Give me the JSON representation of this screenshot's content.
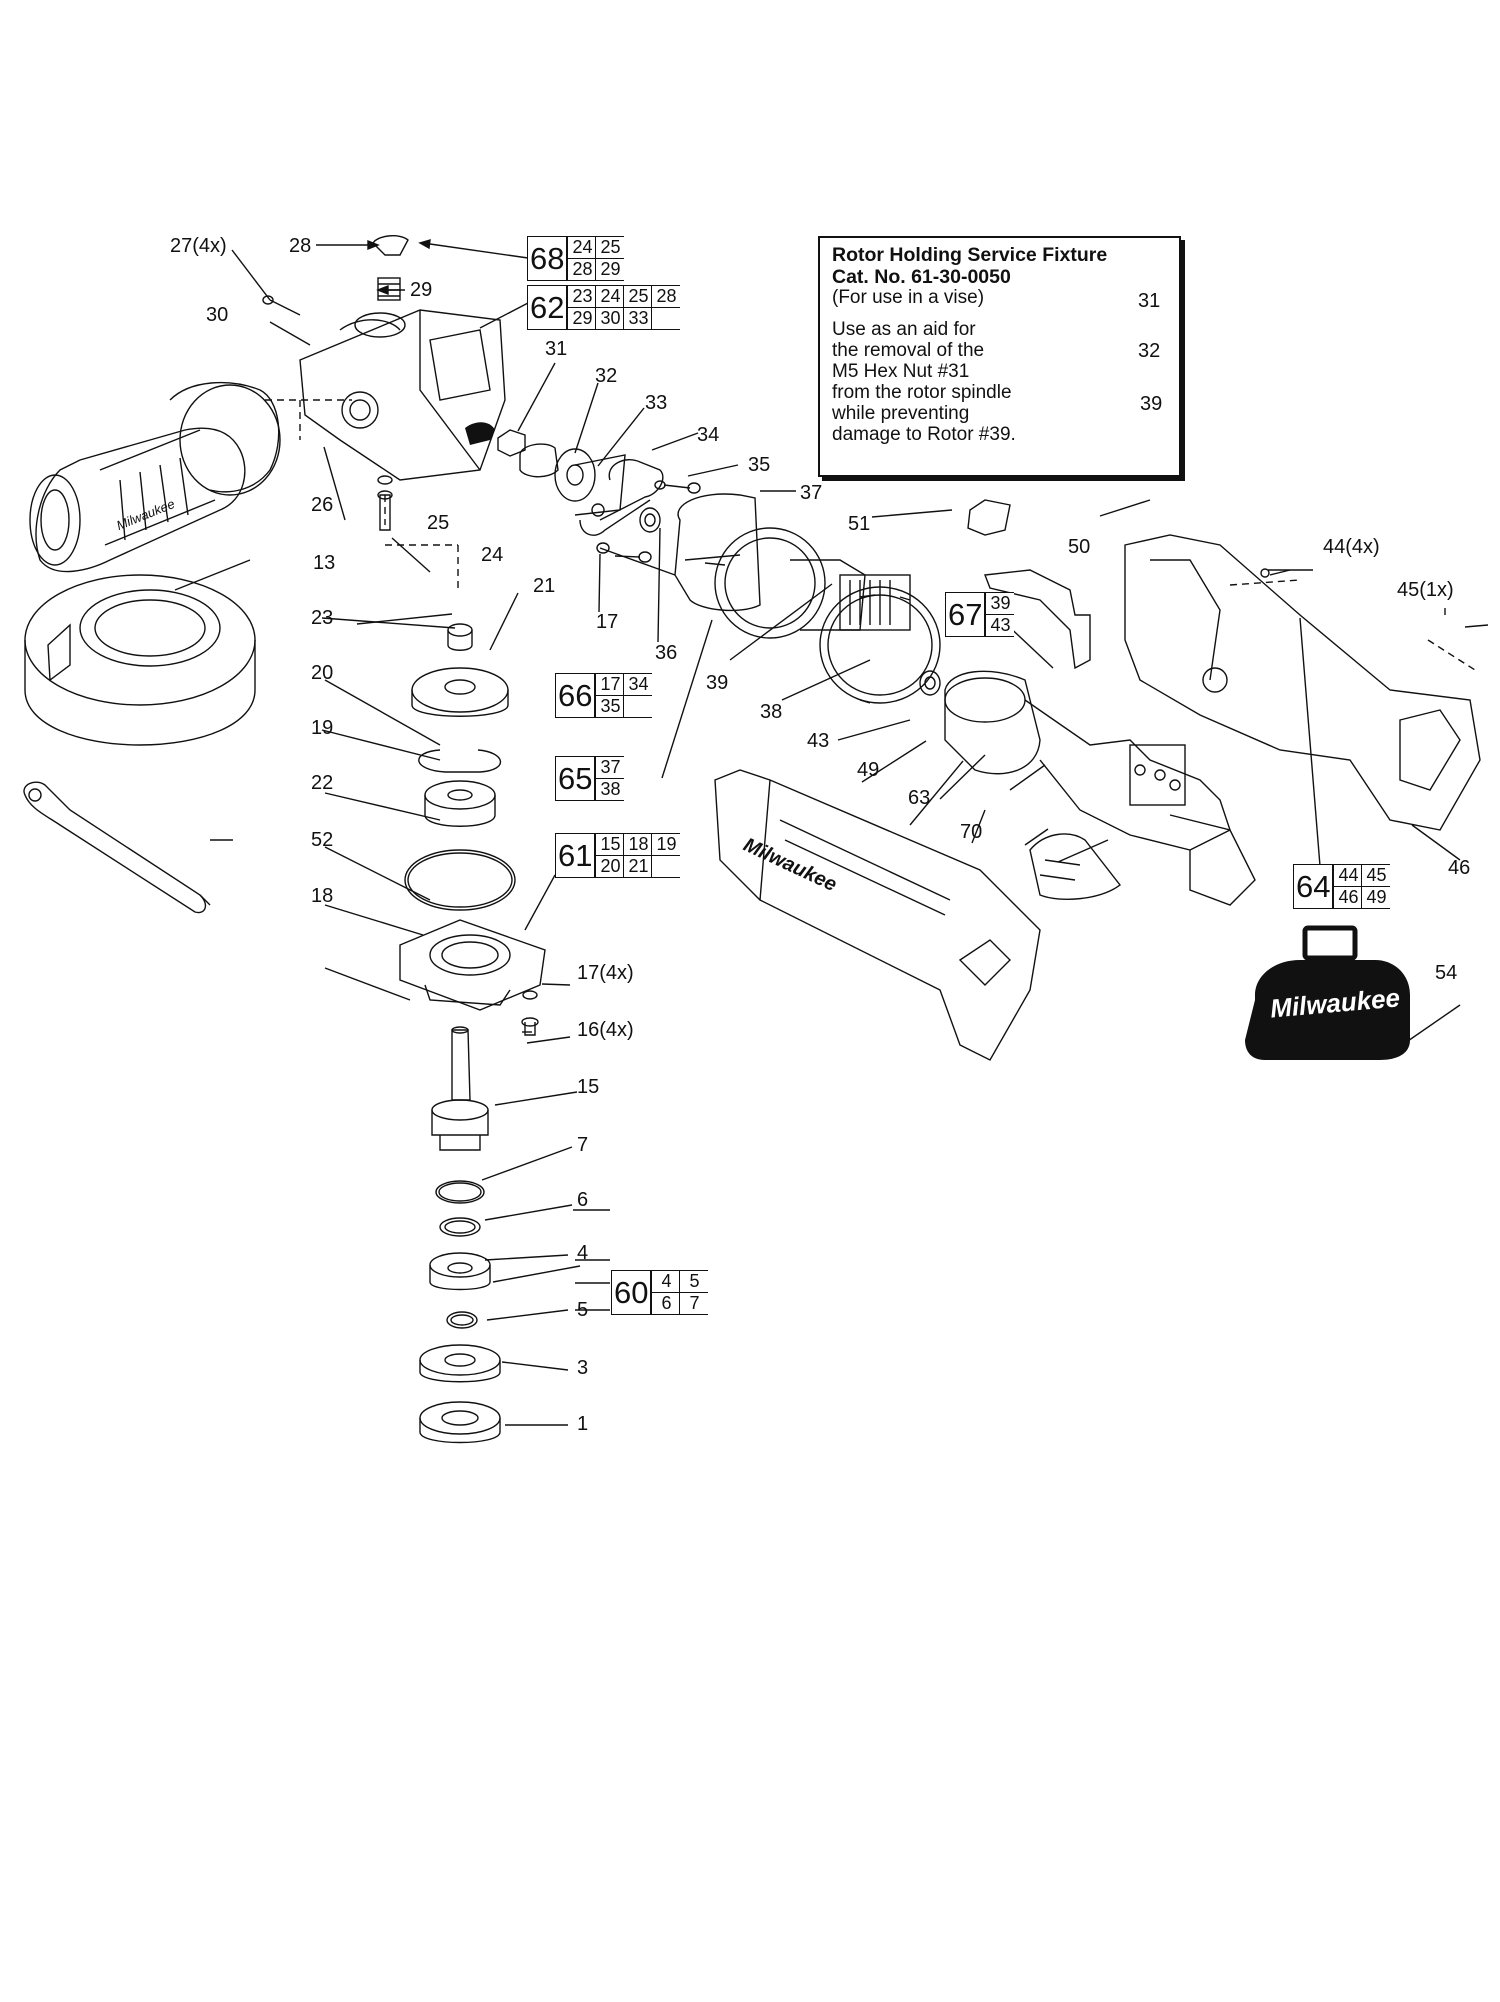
{
  "fixture": {
    "title": "Rotor Holding Service Fixture",
    "catalog": "Cat. No. 61-30-0050",
    "usage_note": "(For use in a vise)",
    "description_lines": [
      "Use as an aid for",
      "the removal of the",
      "M5 Hex Nut #31",
      "from the rotor spindle",
      "while preventing",
      "damage to Rotor #39."
    ],
    "callouts": [
      "31",
      "32",
      "39"
    ]
  },
  "part_labels": {
    "p1": "1",
    "p3": "3",
    "p4": "4",
    "p5": "5",
    "p6": "6",
    "p7": "7",
    "p13": "13",
    "p15": "15",
    "p16": "16(4x)",
    "p17a": "17",
    "p17b": "17(4x)",
    "p18": "18",
    "p19": "19",
    "p20": "20",
    "p21": "21",
    "p22": "22",
    "p23": "23",
    "p24": "24",
    "p25": "25",
    "p26": "26",
    "p27": "27(4x)",
    "p28": "28",
    "p29": "29",
    "p30": "30",
    "p31": "31",
    "p32": "32",
    "p33": "33",
    "p34": "34",
    "p35": "35",
    "p36": "36",
    "p37": "37",
    "p38": "38",
    "p39": "39",
    "p43": "43",
    "p44": "44(4x)",
    "p45": "45(1x)",
    "p46": "46",
    "p49": "49",
    "p50": "50",
    "p51": "51",
    "p52": "52",
    "p54": "54",
    "p63": "63",
    "p70": "70"
  },
  "kits": [
    {
      "id": "68",
      "rows": [
        [
          "24",
          "25"
        ],
        [
          "28",
          "29"
        ]
      ]
    },
    {
      "id": "62",
      "rows": [
        [
          "23",
          "24",
          "25",
          "28"
        ],
        [
          "29",
          "30",
          "33",
          ""
        ]
      ]
    },
    {
      "id": "67",
      "rows": [
        [
          "39"
        ],
        [
          "43"
        ]
      ]
    },
    {
      "id": "66",
      "rows": [
        [
          "17",
          "34"
        ],
        [
          "35",
          ""
        ]
      ]
    },
    {
      "id": "65",
      "rows": [
        [
          "37"
        ],
        [
          "38"
        ]
      ]
    },
    {
      "id": "61",
      "rows": [
        [
          "15",
          "18",
          "19"
        ],
        [
          "20",
          "21",
          ""
        ]
      ]
    },
    {
      "id": "64",
      "rows": [
        [
          "44",
          "45"
        ],
        [
          "46",
          "49"
        ]
      ]
    },
    {
      "id": "60",
      "rows": [
        [
          "4",
          "5"
        ],
        [
          "6",
          "7"
        ]
      ]
    }
  ],
  "branding": {
    "handle_logo": "Milwaukee",
    "housing_logo": "Milwaukee",
    "case_logo": "Milwaukee"
  }
}
